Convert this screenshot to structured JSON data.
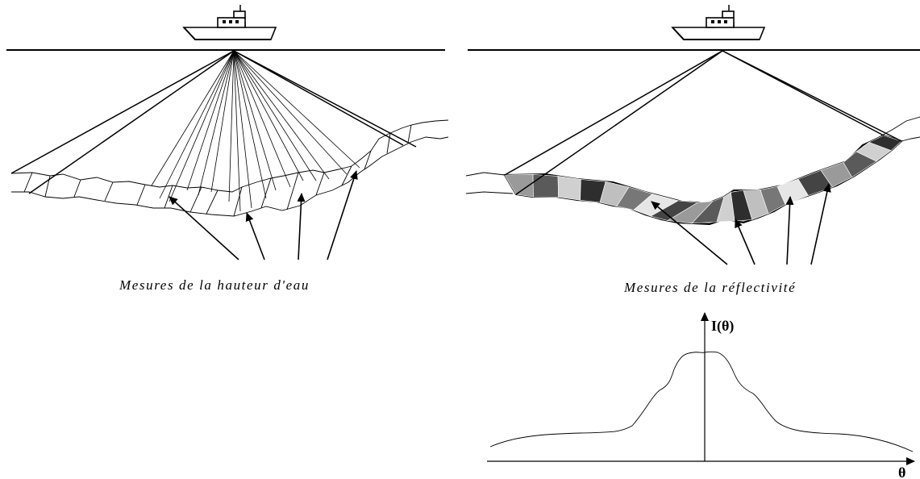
{
  "left_panel": {
    "caption": "Mesures de la  hauteur d'eau"
  },
  "right_panel": {
    "caption": "Mesures de la  réflectivité"
  },
  "graph": {
    "y_axis_label": "I(θ)",
    "x_axis_label": "θ"
  },
  "colors": {
    "ink": "#000000",
    "background": "#ffffff",
    "reflectivity_shades": [
      "#9a9a9a",
      "#5a5a5a",
      "#d0d0d0",
      "#2e2e2e",
      "#bfbfbf",
      "#777777",
      "#e6e6e6",
      "#444444"
    ]
  }
}
